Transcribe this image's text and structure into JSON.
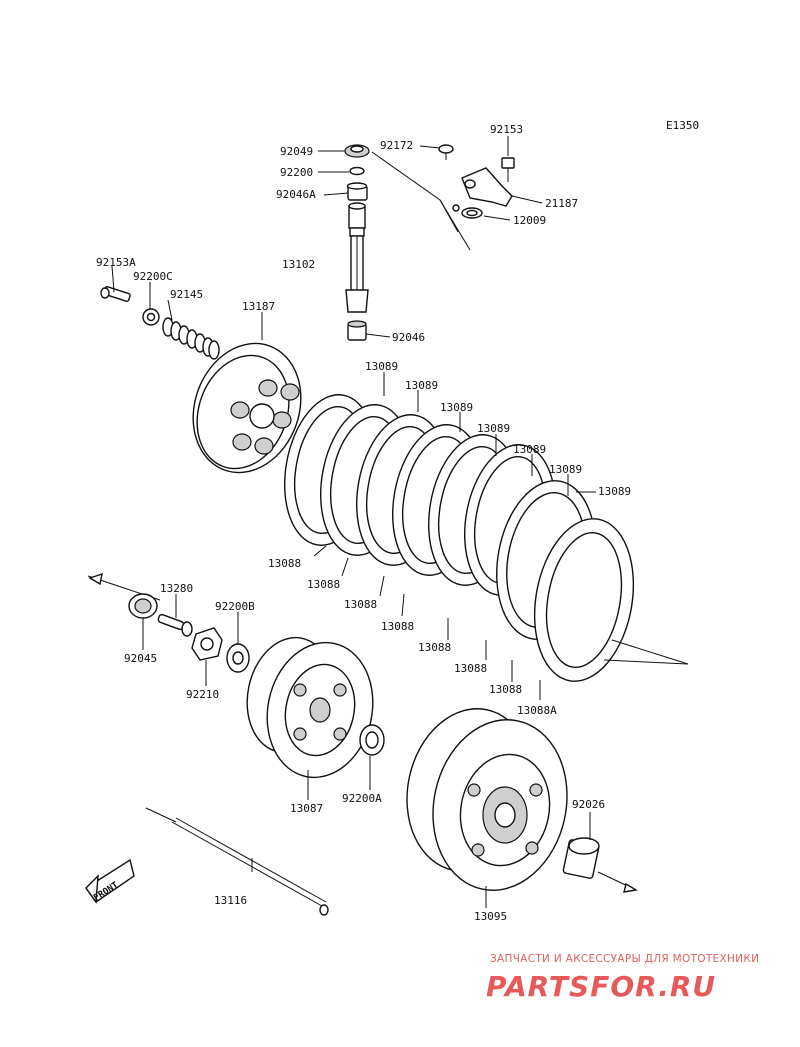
{
  "diagram": {
    "code": "E1350",
    "front_label": "FRONT",
    "parts": [
      {
        "id": "p92153",
        "label": "92153"
      },
      {
        "id": "p92049",
        "label": "92049"
      },
      {
        "id": "p92172",
        "label": "92172"
      },
      {
        "id": "p92200",
        "label": "92200"
      },
      {
        "id": "p92046A",
        "label": "92046A"
      },
      {
        "id": "p21187",
        "label": "21187"
      },
      {
        "id": "p12009",
        "label": "12009"
      },
      {
        "id": "p13102",
        "label": "13102"
      },
      {
        "id": "p92153A",
        "label": "92153A"
      },
      {
        "id": "p92200C",
        "label": "92200C"
      },
      {
        "id": "p92145",
        "label": "92145"
      },
      {
        "id": "p13187",
        "label": "13187"
      },
      {
        "id": "p92046",
        "label": "92046"
      },
      {
        "id": "p13089a",
        "label": "13089"
      },
      {
        "id": "p13089b",
        "label": "13089"
      },
      {
        "id": "p13089c",
        "label": "13089"
      },
      {
        "id": "p13089d",
        "label": "13089"
      },
      {
        "id": "p13089e",
        "label": "13089"
      },
      {
        "id": "p13089f",
        "label": "13089"
      },
      {
        "id": "p13089g",
        "label": "13089"
      },
      {
        "id": "p13088a",
        "label": "13088"
      },
      {
        "id": "p13088b",
        "label": "13088"
      },
      {
        "id": "p13088c",
        "label": "13088"
      },
      {
        "id": "p13088d",
        "label": "13088"
      },
      {
        "id": "p13088e",
        "label": "13088"
      },
      {
        "id": "p13088f",
        "label": "13088"
      },
      {
        "id": "p13088g",
        "label": "13088"
      },
      {
        "id": "p13088A",
        "label": "13088A"
      },
      {
        "id": "p13280",
        "label": "13280"
      },
      {
        "id": "p92200B",
        "label": "92200B"
      },
      {
        "id": "p92045",
        "label": "92045"
      },
      {
        "id": "p92210",
        "label": "92210"
      },
      {
        "id": "p13087",
        "label": "13087"
      },
      {
        "id": "p92200A",
        "label": "92200A"
      },
      {
        "id": "p92026",
        "label": "92026"
      },
      {
        "id": "p13116",
        "label": "13116"
      },
      {
        "id": "p13095",
        "label": "13095"
      }
    ]
  },
  "watermark": {
    "tagline": "ЗАПЧАСТИ И АКСЕССУАРЫ ДЛЯ МОТОТЕХНИКИ",
    "brand": "PARTSFOR.RU",
    "color": "#e85a5a"
  }
}
